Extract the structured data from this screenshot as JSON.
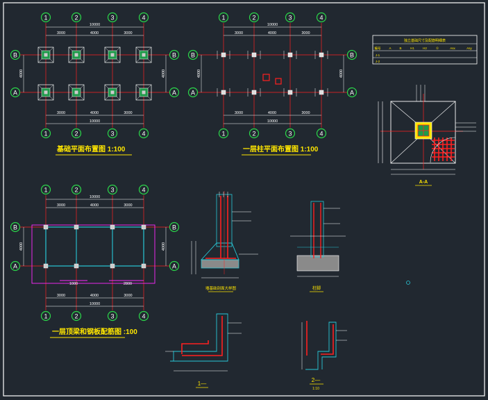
{
  "colors": {
    "bg": "#212830",
    "frame": "#ffffff",
    "dim": "#ffffff",
    "grid_red": "#ff2020",
    "bubble": "#2bd84a",
    "cyan": "#28c8d8",
    "magenta": "#ff28ff",
    "yellow": "#ffe600",
    "concrete": "#9a9a9a",
    "green_fill": "#1f9a4a"
  },
  "axes": {
    "col": [
      "1",
      "2",
      "3",
      "4"
    ],
    "row": [
      "B",
      "A"
    ]
  },
  "dims": {
    "total": "10000",
    "spans": [
      "3000",
      "4000",
      "3000"
    ],
    "depth": "4000",
    "beam_a": "1000",
    "beam_b": "2800"
  },
  "titles": {
    "foundation_plan": "基础平面布置图 1:100",
    "column_plan": "一层柱平面布置图 1:100",
    "beam_plan": "一层顶梁和钢板配筋图 :100",
    "section_aa": "A-A",
    "wall_detail": "墙基础剖面大样图",
    "column_detail": "柱脚",
    "sec1": "1—",
    "sec2": "2—",
    "sec2_scale": "1:10"
  },
  "table": {
    "title": "独立基础尺寸及配筋明细表",
    "headers": [
      "编号",
      "A",
      "B",
      "H1",
      "H2",
      "①",
      "Asx",
      "Asy"
    ],
    "rows": [
      [
        "J-1",
        "",
        "",
        "",
        "",
        "",
        "",
        ""
      ],
      [
        "J-2",
        "",
        "",
        "",
        "",
        "",
        "",
        ""
      ]
    ]
  }
}
